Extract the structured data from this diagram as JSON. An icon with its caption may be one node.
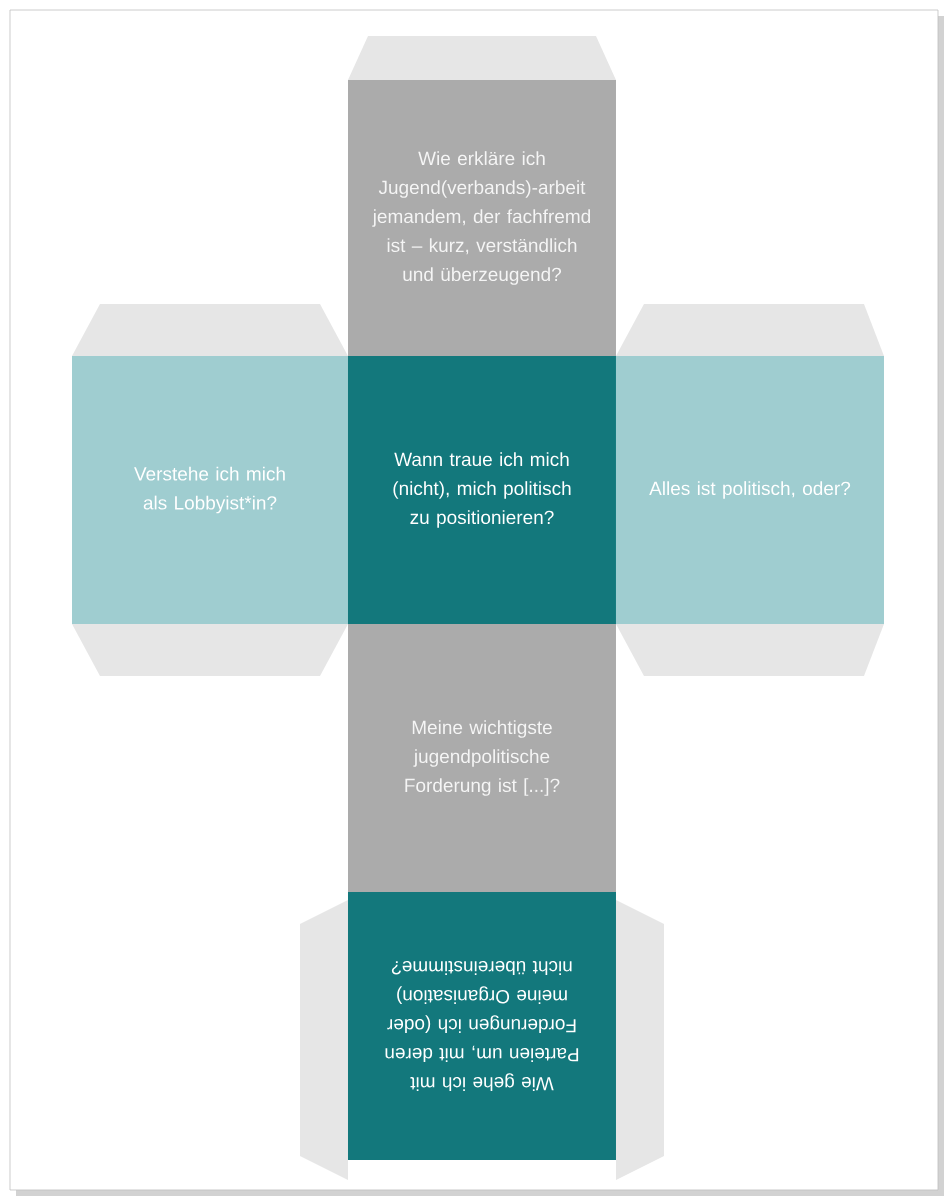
{
  "diagram": {
    "nodes": [
      {
        "text": [
          "Wie erkläre ich Jugend(verbands)-arbeit jemandem, der fachfremd ist – kurz, verständlich und überzeugend?"
        ]
      },
      {
        "text": [
          "Verstehe ich mich als Lobbyist*in?"
        ]
      },
      {
        "text": [
          "Wann traue ich mich (nicht), mich politisch zu positionieren?"
        ]
      },
      {
        "text": [
          "Alles ist politisch, oder?"
        ]
      },
      {
        "text": [
          "Meine wichtigste jugendpolitische Forderung ist [...]?"
        ]
      },
      {
        "text": [
          "Wie gehe ich mit Parteien um, mit deren Forderungen ich (oder meine Organisation) nicht übereinstimme?"
        ]
      }
    ]
  }
}
